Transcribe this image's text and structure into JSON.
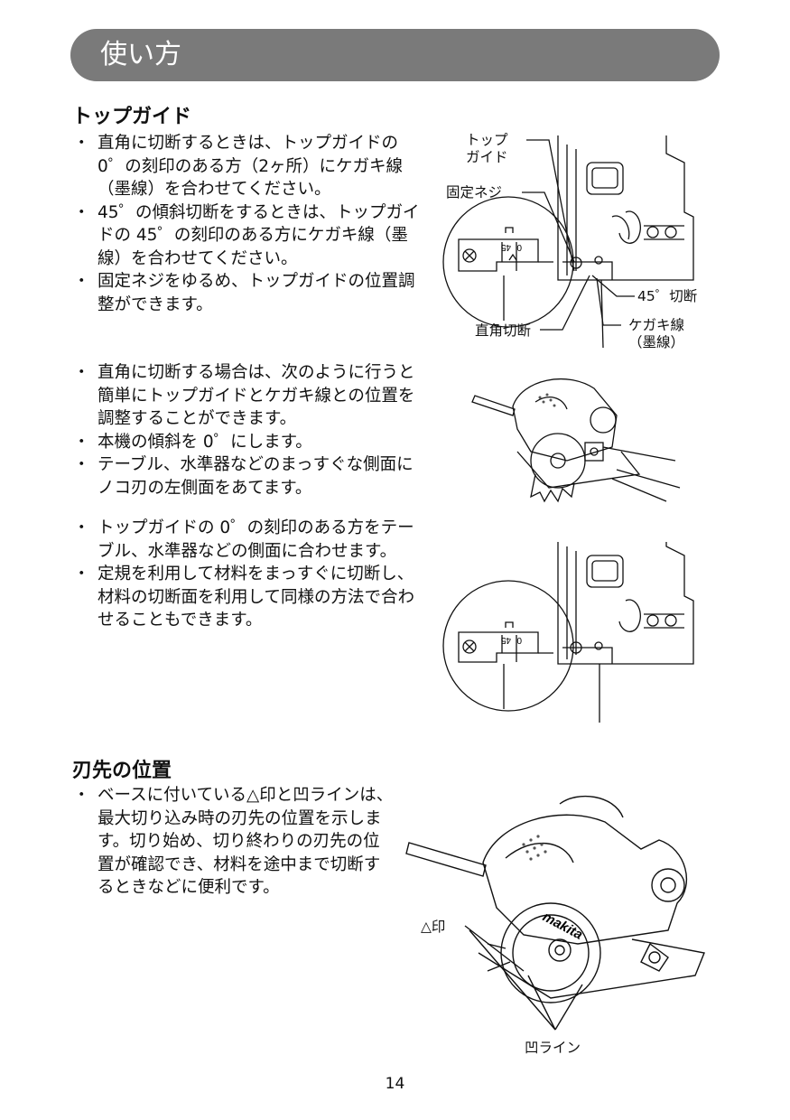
{
  "header": {
    "title": "使い方"
  },
  "top_guide": {
    "heading": "トップガイド",
    "bullets": [
      "直角に切断するときは、トップガイドの0゜の刻印のある方（2ヶ所）にケガキ線（墨線）を合わせてください。",
      "45゜の傾斜切断をするときは、トップガイドの 45゜の刻印のある方にケガキ線（墨線）を合わせてください。",
      "固定ネジをゆるめ、トップガイドの位置調整ができます。"
    ],
    "labels": {
      "top_guide": "トップ\nガイド",
      "fixing_screw": "固定ネジ",
      "cut_45": "45゜切断",
      "right_angle_cut": "直角切断",
      "scribe_line": "ケガキ線\n（墨線）"
    },
    "scale_marks": {
      "deg45": "45",
      "deg0": "0"
    }
  },
  "adjust_method": {
    "bullets": [
      "直角に切断する場合は、次のように行うと簡単にトップガイドとケガキ線との位置を調整することができます。",
      "本機の傾斜を 0゜にします。",
      "テーブル、水準器などのまっすぐな側面にノコ刃の左側面をあてます。"
    ]
  },
  "align_method": {
    "bullets": [
      "トップガイドの 0゜の刻印のある方をテーブル、水準器などの側面に合わせます。",
      "定規を利用して材料をまっすぐに切断し、材料の切断面を利用して同様の方法で合わせることもできます。"
    ]
  },
  "blade_position": {
    "heading": "刃先の位置",
    "bullets": [
      "ベースに付いている△印と凹ラインは、最大切り込み時の刃先の位置を示します。切り始め、切り終わりの刃先の位置が確認でき、材料を途中まで切断するときなどに便利です。"
    ],
    "labels": {
      "triangle_mark": "△印",
      "notch_line": "凹ライン",
      "brand": "makita"
    }
  },
  "footer": {
    "page_number": "14"
  }
}
